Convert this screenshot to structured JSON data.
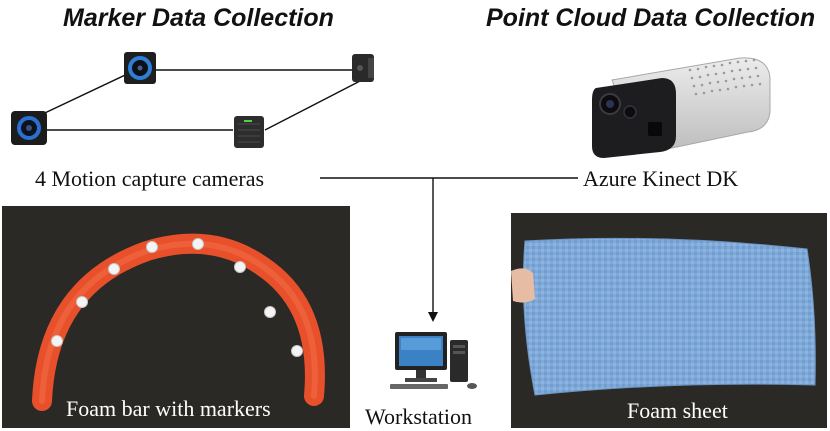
{
  "sections": {
    "marker": {
      "title": "Marker Data Collection",
      "devices_label": "4 Motion capture cameras",
      "object_label": "Foam bar with markers"
    },
    "point_cloud": {
      "title": "Point Cloud Data Collection",
      "device_label": "Azure Kinect DK",
      "object_label": "Foam sheet"
    }
  },
  "workstation": {
    "label": "Workstation"
  },
  "icons": {
    "camera": "motion-capture-camera-icon",
    "kinect": "azure-kinect-icon",
    "workstation": "desktop-computer-icon"
  },
  "colors": {
    "foam_bar": "#e8502b",
    "foam_sheet": "#7fa9d8",
    "photo_bg": "#2a2926",
    "line": "#111111"
  }
}
